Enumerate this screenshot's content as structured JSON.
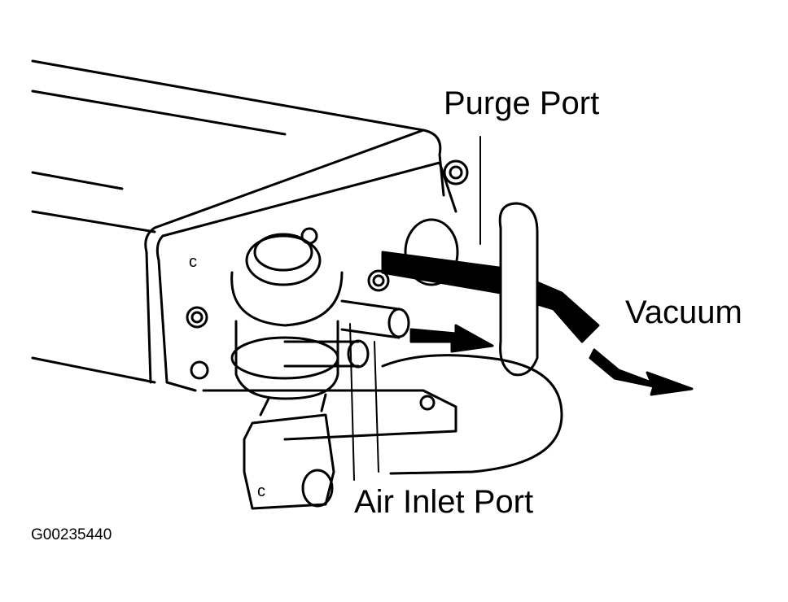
{
  "labels": {
    "purge_port": "Purge Port",
    "vacuum": "Vacuum",
    "air_inlet_port": "Air Inlet Port",
    "figure_code": "G00235440"
  },
  "colors": {
    "ink": "#000000",
    "background": "#ffffff"
  }
}
